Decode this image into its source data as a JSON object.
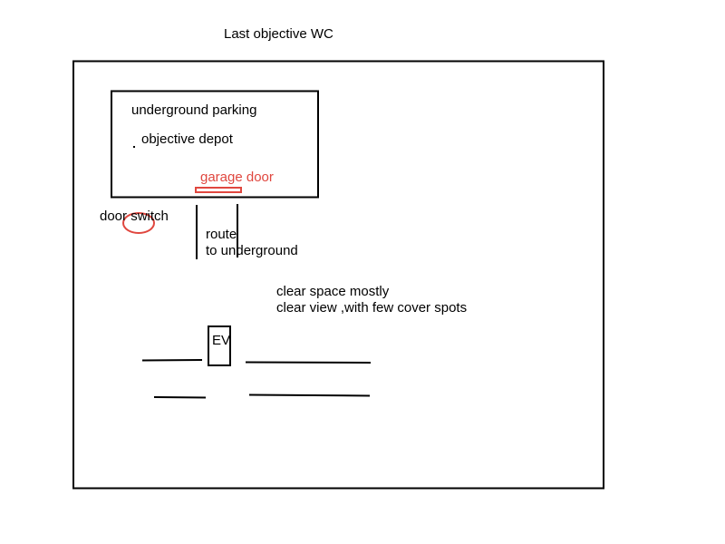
{
  "title": "Last objective WC",
  "labels": {
    "underground_parking": "underground parking",
    "objective_depot": "objective depot",
    "garage_door": "garage door",
    "door_switch": "door switch",
    "route_line1": "route",
    "route_line2": "to underground",
    "clear_line1": "clear space mostly",
    "clear_line2": "clear view ,with few cover spots",
    "ev": "EV"
  },
  "colors": {
    "accent": "#e0473f",
    "ink": "#000000"
  }
}
